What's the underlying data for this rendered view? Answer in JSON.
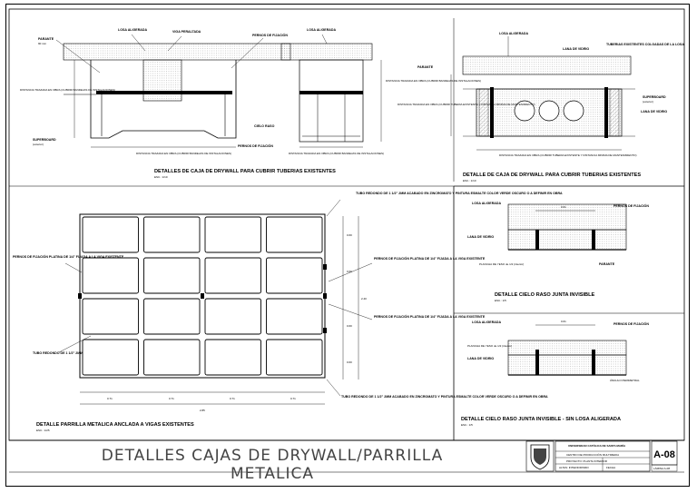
{
  "sheet": {
    "main_title": "DETALLES CAJAS DE DRYWALL/PARRILLA METALICA",
    "sheet_number": "A-08"
  },
  "title_block": {
    "university": "UNIVERSIDAD CATÓLICA DE SANTA MARÍA",
    "line2": "CENTRO DE PRODUCCIÓN MULTIMEDIA",
    "line3": "PROYECTO: PLANTA INTERIOR",
    "line4": "ALTAS: INTERIORISMO",
    "line5": "FECHA",
    "line6": "LÁMINA A-08"
  },
  "detail1": {
    "title": "DETALLES DE CAJA DE DRYWALL PARA CUBRIR TUBERIAS EXISTENTES",
    "scale": "ESC.: 1/10",
    "labels": {
      "losa1": "LOSA ALIGERADA",
      "viga": "VIGA PERALTADA",
      "pernos": "PERNOS DE FIJACIÓN",
      "losa2": "LOSA ALIGERADA",
      "parante": "PARANTE",
      "parante_sub": "90 mm",
      "distancia": "DISTANCIA TRAZADA EN OBRA (CUBRIR BANDEJAS DE INSTALACIONES)",
      "distancia2": "DISTANCIA TRAZADA EN OBRA (CUBRIR BANDEJAS DE INSTALACIONES)",
      "superboard": "SUPERBOARD",
      "superboard_sub": "(exterior)",
      "cielo": "CIELO RASO",
      "distancia_bottom": "DISTANCIA TRAZADA EN OBRA (CUBRIR BANDEJAS DE INSTALACIONES)",
      "distancia_bottom2": "DISTANCIA TRAZADA EN OBRA (CUBRIR BANDEJAS DE INSTALACIONES)",
      "pernos2": "PERNOS DE FIJACIÓN"
    }
  },
  "detail2": {
    "title": "DETALLE DE CAJA DE DRYWALL PARA CUBRIR TUBERIAS EXISTENTES",
    "scale": "ESC.: 1/10",
    "labels": {
      "losa": "LOSA ALIGERADA",
      "lana": "LANA DE VIDRIO",
      "tuberias": "TUBERIAS EXISTENTES COLGADAS DE LA LOSA",
      "parante": "PARANTE",
      "superboard": "SUPERBOARD",
      "superboard_sub": "(exterior)",
      "lana2": "LANA DE VIDRIO",
      "distancia": "DISTANCIA TRAZADA EN OBRA (CUBRIR TUBERIA EXISTENTE Y DISTANCIA MINIMA DE MANTENIMIENTO)",
      "distancia_bottom": "DISTANCIA TRAZADA EN OBRA (CUBRIR TUBERIA EXISTENTE Y DISTANCIA MINIMA DE MANTENIMIENTO)"
    }
  },
  "detail3": {
    "title": "DETALLE CIELO RASO JUNTA INVISIBLE",
    "scale": "ESC.: 1/5",
    "labels": {
      "losa": "LOSA ALIGERADA",
      "lana": "LANA DE VIDRIO",
      "pernos": "PERNOS DE FIJACIÓN",
      "plancha": "PLANCHA DE YESO de 1/2 (interior)",
      "parante": "PARANTE",
      "dim": "0.61"
    }
  },
  "detail4": {
    "title": "DETALLE CIELO RASO JUNTA INVISIBLE - SIN LOSA ALIGERADA",
    "scale": "ESC.: 1/5",
    "labels": {
      "losa": "LOSA ALIGERADA",
      "plancha": "PLANCHA DE YESO de 1/2 (interior)",
      "lana": "LANA DE VIDRIO",
      "pernos": "PERNOS DE FIJACIÓN",
      "perimetral": "ÁNGULO PERIMETRAL",
      "dim": "0.61"
    }
  },
  "detail5": {
    "title": "DETALLE PARRILLA METALICA ANCLADA A VIGAS EXISTENTES",
    "scale": "ESC.: 1/25",
    "labels": {
      "tubo_top": "TUBO REDONDO DE 1 1/2\" 2MM ACABADO EN ZINCROMATO Y PINTURA ESMALTE COLOR VERDE OSCURO O A DEFINIR EN OBRA",
      "pernos_left": "PERNOS DE FIJACIÓN PLATINA DE 1/4\" FIJADA A LA VIGA EXISTENTE",
      "pernos_right1": "PERNOS DE FIJACIÓN PLATINA DE 1/4\" FIJADA A LA VIGA EXISTENTE",
      "pernos_right2": "PERNOS DE FIJACIÓN PLATINA DE 1/4\" FIJADA A LA VIGA EXISTENTE",
      "tubo_left": "TUBO REDONDO DE 1 1/2\" 2MM",
      "tubo_bottom": "TUBO REDONDO DE 1 1/2\" 2MM ACABADO EN ZINCROMATO Y PINTURA ESMALTE COLOR VERDE OSCURO O A DEFINIR EN OBRA",
      "dim_col": "0.71",
      "dim_total": "2.85",
      "dim_row": "0.60",
      "dim_side": "2.40"
    }
  }
}
